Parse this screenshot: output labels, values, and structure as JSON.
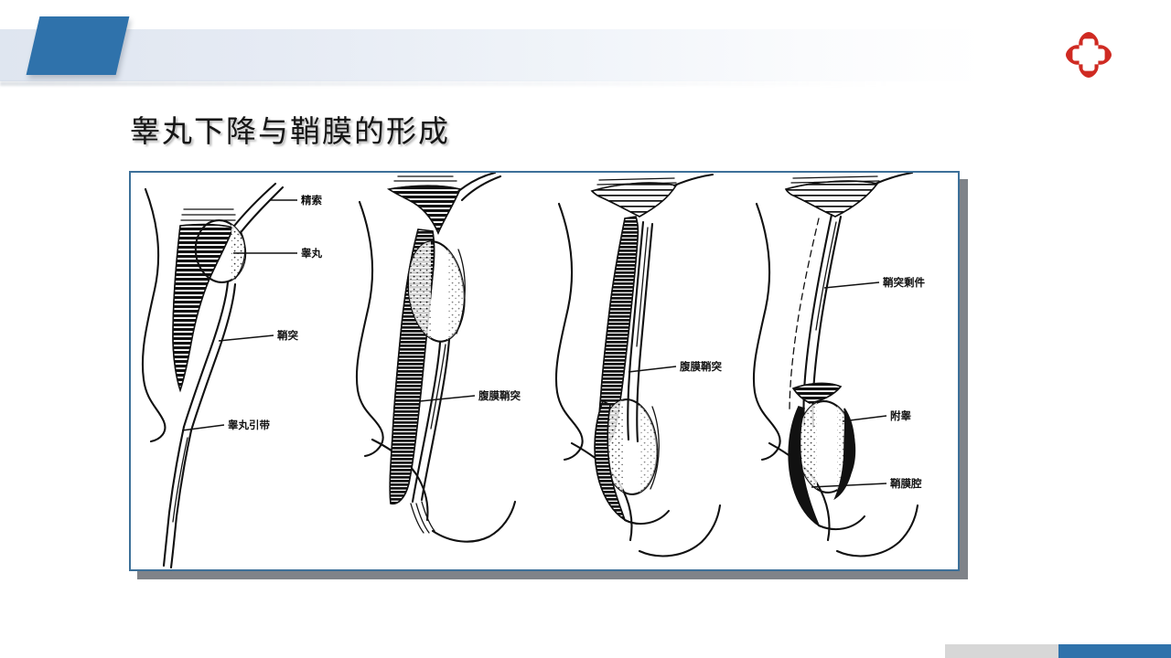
{
  "slide": {
    "title": "睾丸下降与鞘膜的形成",
    "logo_icon": "red-clover-cross-medical-logo",
    "accent_color": "#2f72ab",
    "frame_border_color": "#3d7099",
    "logo_color": "#cf2a22",
    "footer_gray_color": "#d7d7d7"
  },
  "figure": {
    "caption": "",
    "panels": [
      {
        "id": "panel-1",
        "stage": "1",
        "labels": [
          {
            "text": "精索"
          },
          {
            "text": "睾丸"
          },
          {
            "text": "鞘突"
          },
          {
            "text": "睾丸引带"
          }
        ]
      },
      {
        "id": "panel-2",
        "stage": "2",
        "labels": [
          {
            "text": "腹膜鞘突"
          }
        ]
      },
      {
        "id": "panel-3",
        "stage": "3",
        "labels": [
          {
            "text": "腹膜鞘突"
          }
        ]
      },
      {
        "id": "panel-4",
        "stage": "4",
        "labels": [
          {
            "text": "鞘突剩件"
          },
          {
            "text": "附睾"
          },
          {
            "text": "鞘膜腔"
          }
        ]
      }
    ]
  }
}
